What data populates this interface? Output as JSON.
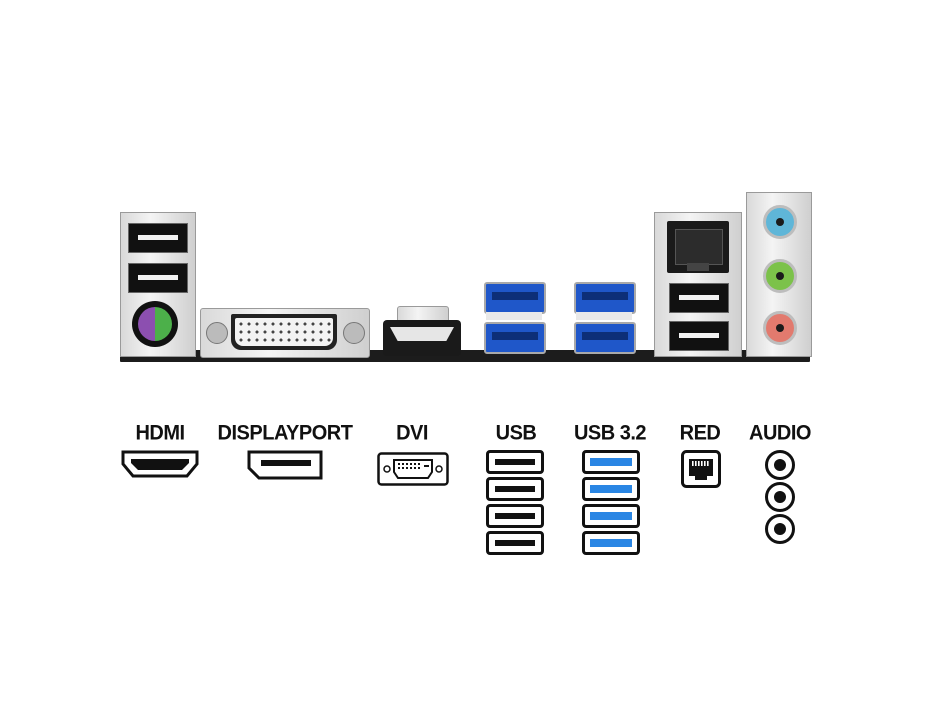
{
  "legend": {
    "hdmi": "HDMI",
    "displayport": "DISPLAYPORT",
    "dvi": "DVI",
    "usb": "USB",
    "usb32": "USB 3.2",
    "red": "RED",
    "audio": "AUDIO"
  },
  "icons": {
    "hdmi": "hdmi-port-icon",
    "displayport": "displayport-port-icon",
    "dvi": "dvi-port-icon",
    "usb": "usb-port-icon",
    "usb32": "usb3-port-icon",
    "red": "ethernet-port-icon",
    "audio": "audio-jack-icon"
  },
  "colors": {
    "usb3_blue": "#1f57c9",
    "usb3_icon_blue": "#2a86e4",
    "ps2_purple": "#8c4fb0",
    "ps2_green": "#4cb04a",
    "audio_blue": "#5fb6d8",
    "audio_green": "#7cc24a",
    "audio_pink": "#e27a6e"
  }
}
